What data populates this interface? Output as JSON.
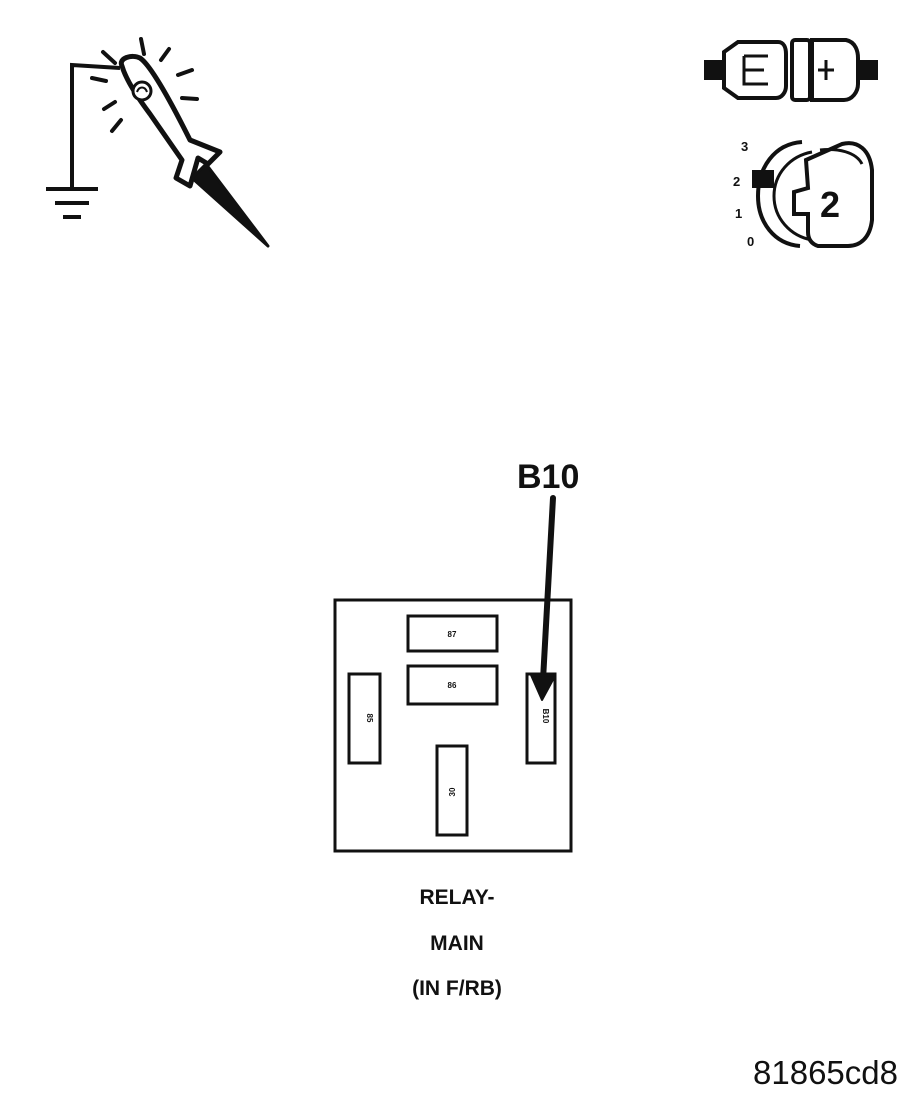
{
  "pointer": {
    "label": "B10"
  },
  "relay": {
    "terminals": {
      "t87": "87",
      "t86": "86",
      "t85": "85",
      "t30": "30",
      "t10": "B10"
    },
    "caption": [
      "RELAY-",
      "MAIN",
      "(IN F/RB)"
    ]
  },
  "ignition": {
    "positions": [
      "3",
      "2",
      "1",
      "0"
    ],
    "key_position": "2"
  },
  "figure_id": "81865cd8",
  "colors": {
    "ink": "#111111",
    "background": "#ffffff"
  },
  "icons": [
    "test-light-icon",
    "ground-symbol-icon",
    "disconnect-connector-icon",
    "ignition-key-icon"
  ]
}
